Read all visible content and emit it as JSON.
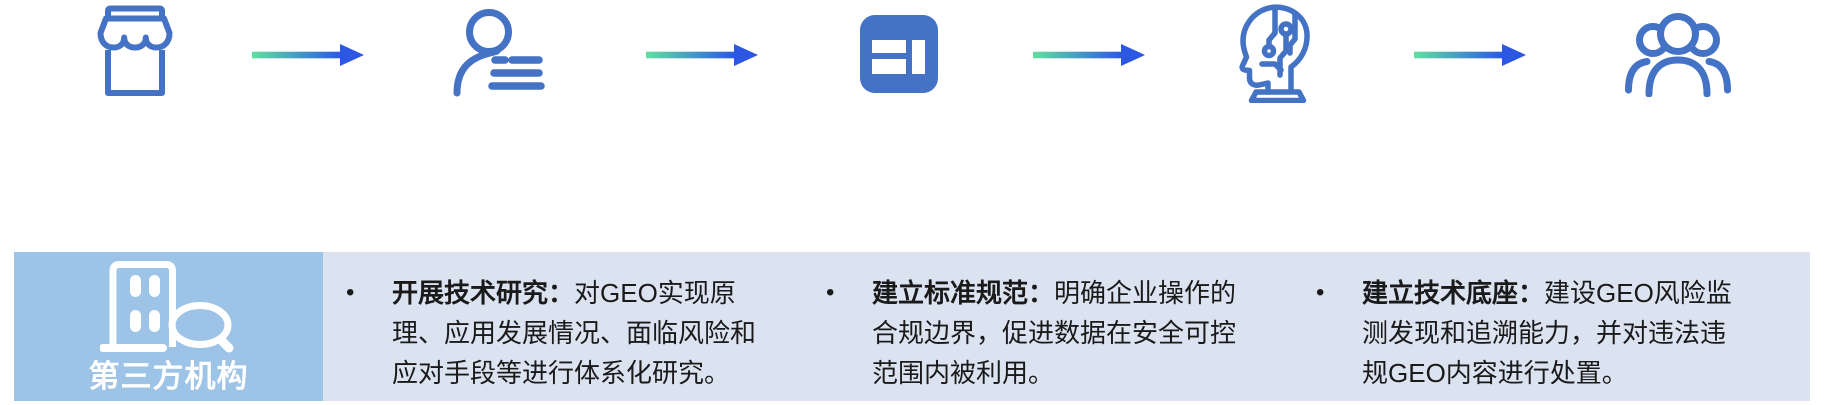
{
  "flow": {
    "icons": [
      {
        "name": "storefront-icon"
      },
      {
        "name": "user-list-icon"
      },
      {
        "name": "browser-window-icon"
      },
      {
        "name": "ai-head-icon"
      },
      {
        "name": "user-group-icon"
      }
    ],
    "arrow_count": 4
  },
  "panel": {
    "label": "第三方机构",
    "icon": "building-search-icon"
  },
  "bullets": [
    {
      "marker": "•",
      "lead": "开展技术研究：",
      "body": "对GEO实现原理、应用发展情况、面临风险和应对手段等进行体系化研究。"
    },
    {
      "marker": "•",
      "lead": "建立标准规范：",
      "body": "明确企业操作的合规边界，促进数据在安全可控范围内被利用。"
    },
    {
      "marker": "•",
      "lead": "建立技术底座：",
      "body": "建设GEO风险监测发现和追溯能力，并对违法违规GEO内容进行处置。"
    }
  ],
  "colors": {
    "icon_blue": "#4472C4",
    "arrow_gradient_start": "#63DFA0",
    "arrow_gradient_end": "#2B57E2",
    "panel_bg": "#9DC3E7",
    "strip_bg": "#DBE2F0",
    "text": "#1A1A1A",
    "panel_text": "#FFFFFF"
  }
}
